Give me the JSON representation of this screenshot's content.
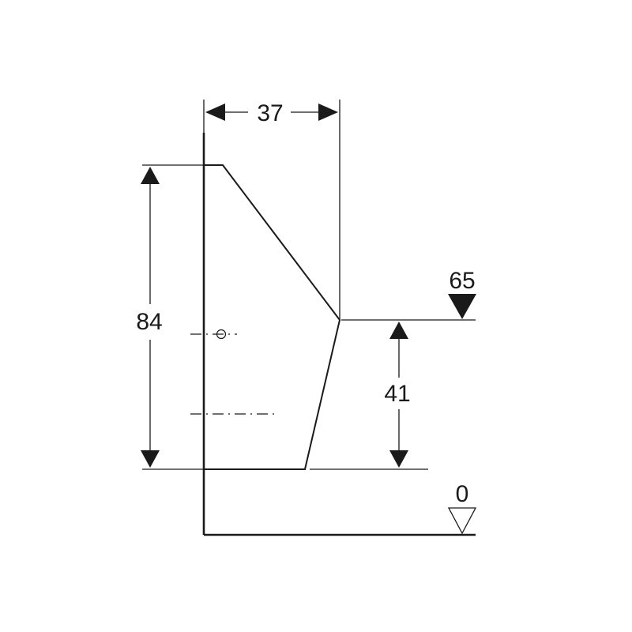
{
  "dimensions": {
    "width": "37",
    "total_height": "84",
    "inlet_height": "41",
    "inlet_level": "65",
    "floor_level": "0"
  },
  "colors": {
    "line": "#1a1a1a",
    "background": "#ffffff"
  }
}
